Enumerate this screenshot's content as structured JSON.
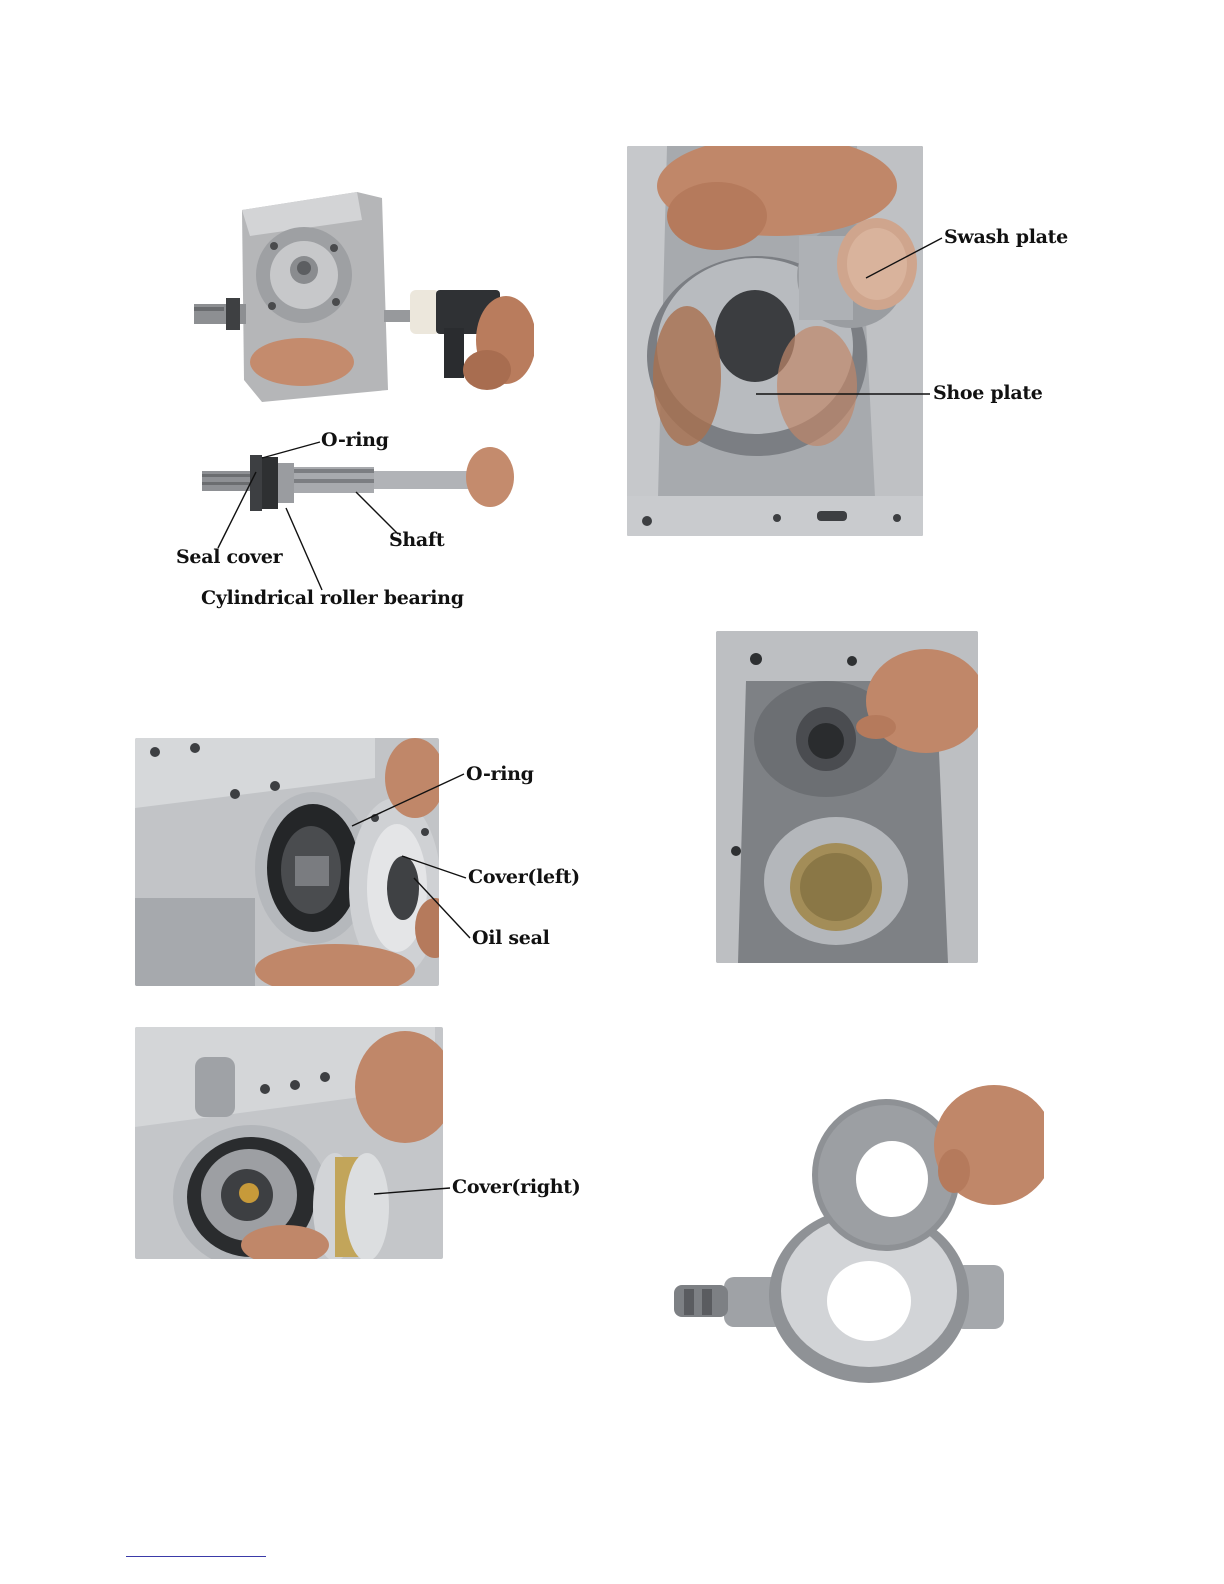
{
  "labels": {
    "o_ring_1": "O-ring",
    "seal_cover": "Seal cover",
    "shaft": "Shaft",
    "cyl_roller_bearing": "Cylindrical roller bearing",
    "swash_plate": "Swash plate",
    "shoe_plate": "Shoe plate",
    "o_ring_2": "O-ring",
    "cover_left": "Cover(left)",
    "oil_seal": "Oil seal",
    "cover_right": "Cover(right)"
  },
  "colors": {
    "label_text": "#111111",
    "footer_rule": "#3a3aa8",
    "aluminum": "#b9bcc0",
    "cast_iron": "#6f7276",
    "skin": "#c89274"
  }
}
